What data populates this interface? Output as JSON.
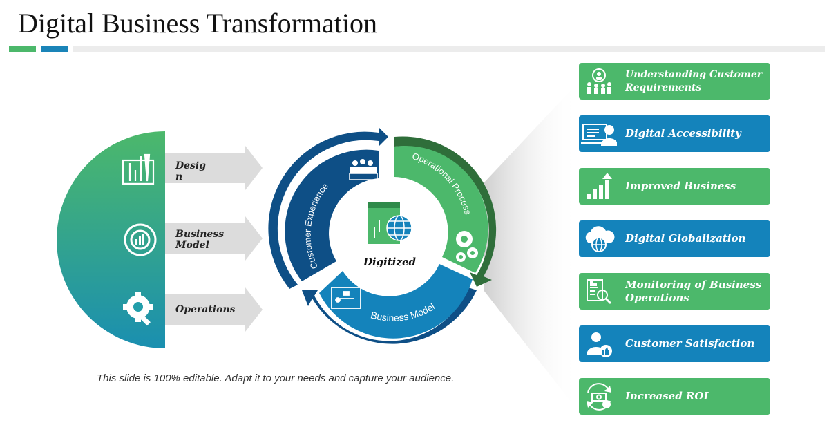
{
  "title": "Digital Business Transformation",
  "colors": {
    "green": "#4cb86b",
    "blue": "#1483bb",
    "dark_blue": "#0e4f86",
    "dark_green": "#2f6e3a"
  },
  "left": {
    "items": [
      {
        "label": "Desig\nn",
        "icon": "tools-icon"
      },
      {
        "label": "Business\nModel",
        "icon": "target-chart-icon"
      },
      {
        "label": "Operations",
        "icon": "gear-wrench-icon"
      }
    ]
  },
  "cycle": {
    "center": "Digitized",
    "segments": [
      "Customer Experience",
      "Operational Process",
      "Business Model"
    ]
  },
  "right": {
    "items": [
      {
        "label": "Understanding Customer Requirements",
        "color": "green",
        "icon": "customer-group-icon"
      },
      {
        "label": "Digital Accessibility",
        "color": "blue",
        "icon": "computer-user-icon"
      },
      {
        "label": "Improved Business",
        "color": "green",
        "icon": "growth-bars-icon"
      },
      {
        "label": "Digital Globalization",
        "color": "blue",
        "icon": "cloud-globe-icon"
      },
      {
        "label": "Monitoring of Business Operations",
        "color": "green",
        "icon": "report-magnifier-icon"
      },
      {
        "label": "Customer Satisfaction",
        "color": "blue",
        "icon": "user-thumbsup-icon"
      },
      {
        "label": "Increased ROI",
        "color": "green",
        "icon": "money-cycle-icon"
      }
    ]
  },
  "caption": "This slide is 100% editable. Adapt it to your needs and capture your audience."
}
